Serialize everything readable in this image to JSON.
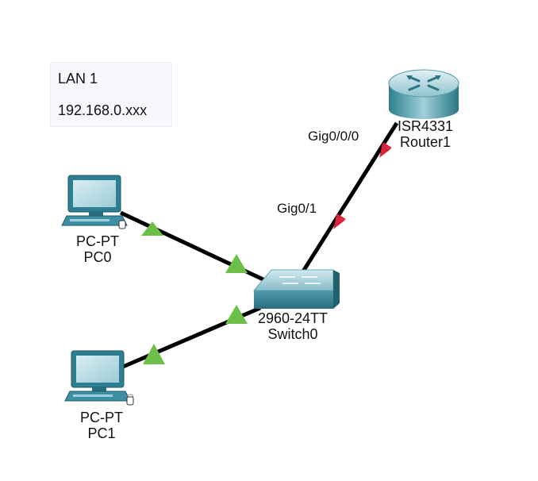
{
  "note": {
    "line1": "LAN 1",
    "line2": "192.168.0.xxx"
  },
  "devices": {
    "router": {
      "model": "ISR4331",
      "name": "Router1"
    },
    "switch": {
      "model": "2960-24TT",
      "name": "Switch0"
    },
    "pc0": {
      "model": "PC-PT",
      "name": "PC0"
    },
    "pc1": {
      "model": "PC-PT",
      "name": "PC1"
    }
  },
  "ports": {
    "router_port": "Gig0/0/0",
    "switch_port": "Gig0/1"
  },
  "link_status_colors": {
    "up": "#6cc04a",
    "down": "#d9213a"
  }
}
